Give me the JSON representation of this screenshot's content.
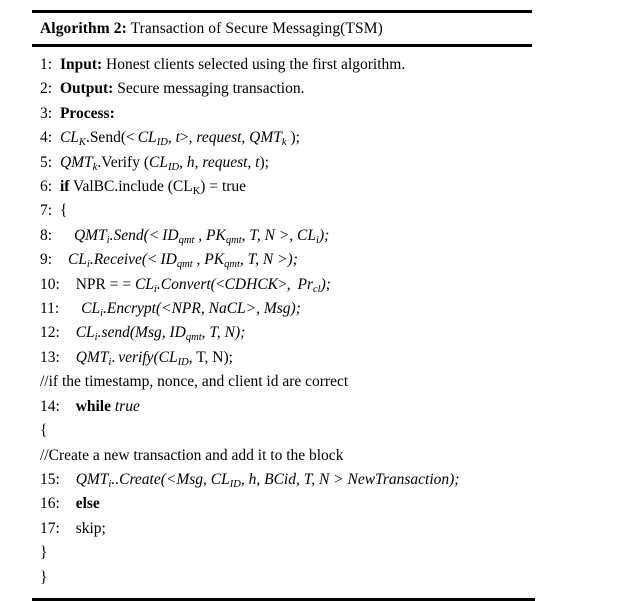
{
  "algorithm": {
    "title_label": "Algorithm 2:",
    "title_text": "Transaction of Secure Messaging(TSM)",
    "lines": [
      {
        "num": "1:",
        "text": "Input: Honest clients selected using the first algorithm."
      },
      {
        "num": "2:",
        "text": "Output: Secure messaging transaction."
      },
      {
        "num": "3:",
        "text": "Process:"
      },
      {
        "num": "4:",
        "text": "CLK.Send(< CLID, t>, request, QMTk );"
      },
      {
        "num": "5:",
        "text": "QMTk.Verify (CLID, h, request, t);"
      },
      {
        "num": "6:",
        "text": "if ValBC.include (CLK) = true"
      },
      {
        "num": "7:",
        "text": "{"
      },
      {
        "num": "8:",
        "text": "QMTi.Send(< IDqmt , PKqmt, T, N >, CLi);"
      },
      {
        "num": "9:",
        "text": "CLi.Receive(< IDqmt , PKqmt, T, N >);"
      },
      {
        "num": "10:",
        "text": "NPR = = CLi.Convert(<CDHCK>, Prcl);"
      },
      {
        "num": "11:",
        "text": "CLi.Encrypt(<NPR, NaCL>, Msg);"
      },
      {
        "num": "12:",
        "text": "CLi.send(Msg, IDqmt, T, N);"
      },
      {
        "num": "13:",
        "text": "QMTi. verify(CLID, T, N);"
      },
      {
        "num": "",
        "text": "//if the timestamp, nonce, and client id are correct"
      },
      {
        "num": "14:",
        "text": "while true"
      },
      {
        "num": "",
        "text": "{"
      },
      {
        "num": "",
        "text": "//Create a new transaction and add it to the block"
      },
      {
        "num": "15:",
        "text": "QMTi..Create(<Msg, CLID, h, BCid, T, N > NewTransaction);"
      },
      {
        "num": "16:",
        "text": "else"
      },
      {
        "num": "17:",
        "text": "skip;"
      },
      {
        "num": "",
        "text": "}"
      },
      {
        "num": "",
        "text": "}"
      }
    ]
  }
}
